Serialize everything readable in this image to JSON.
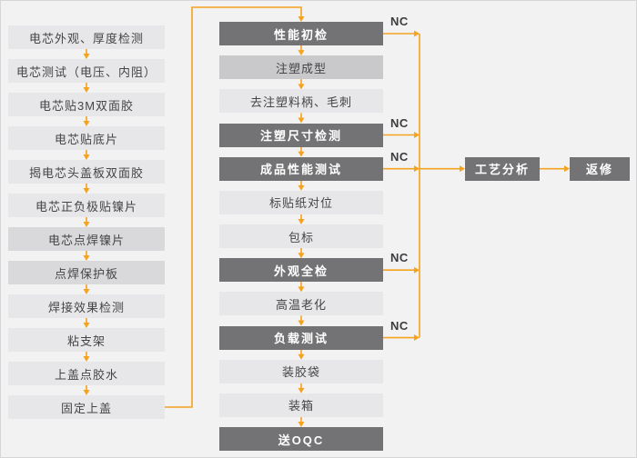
{
  "colors": {
    "background": "#f2f2f3",
    "box_light": "#e7e7e9",
    "box_shaded": "#d9d9db",
    "box_medium": "#c9c9cb",
    "box_dark": "#737376",
    "arrow": "#f5a21c",
    "text_dark": "#454549",
    "text_light": "#ffffff",
    "nc_text": "#3c3c3e"
  },
  "nc_label": "NC",
  "left_column": [
    {
      "label": "电芯外观、厚度检测",
      "variant": "light"
    },
    {
      "label": "电芯测试（电压、内阻）",
      "variant": "light"
    },
    {
      "label": "电芯贴3M双面胶",
      "variant": "light"
    },
    {
      "label": "电芯贴底片",
      "variant": "light"
    },
    {
      "label": "揭电芯头盖板双面胶",
      "variant": "light"
    },
    {
      "label": "电芯正负极贴镍片",
      "variant": "light"
    },
    {
      "label": "电芯点焊镍片",
      "variant": "shaded"
    },
    {
      "label": "点焊保护板",
      "variant": "shaded"
    },
    {
      "label": "焊接效果检测",
      "variant": "light"
    },
    {
      "label": "粘支架",
      "variant": "light"
    },
    {
      "label": "上盖点胶水",
      "variant": "light"
    },
    {
      "label": "固定上盖",
      "variant": "light"
    }
  ],
  "middle_column": [
    {
      "label": "性能初检",
      "variant": "dark",
      "nc": true
    },
    {
      "label": "注塑成型",
      "variant": "medium",
      "nc": false
    },
    {
      "label": "去注塑料柄、毛刺",
      "variant": "light",
      "nc": false
    },
    {
      "label": "注塑尺寸检测",
      "variant": "dark",
      "nc": true
    },
    {
      "label": "成品性能测试",
      "variant": "dark",
      "nc": true
    },
    {
      "label": "标贴纸对位",
      "variant": "light",
      "nc": false
    },
    {
      "label": "包标",
      "variant": "light",
      "nc": false
    },
    {
      "label": "外观全检",
      "variant": "dark",
      "nc": true
    },
    {
      "label": "高温老化",
      "variant": "light",
      "nc": false
    },
    {
      "label": "负载测试",
      "variant": "dark",
      "nc": true
    },
    {
      "label": "装胶袋",
      "variant": "light",
      "nc": false
    },
    {
      "label": "装箱",
      "variant": "light",
      "nc": false
    },
    {
      "label": "送OQC",
      "variant": "dark",
      "nc": false
    }
  ],
  "analysis_box": {
    "label": "工艺分析",
    "variant": "dark"
  },
  "repair_box": {
    "label": "返修",
    "variant": "dark"
  }
}
